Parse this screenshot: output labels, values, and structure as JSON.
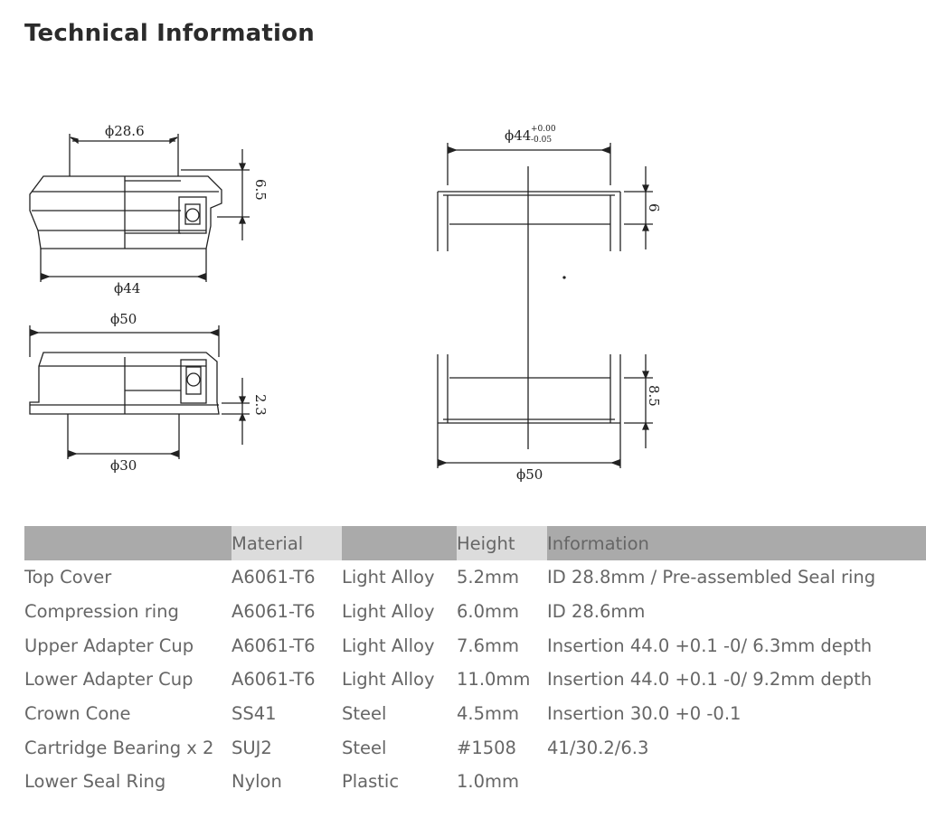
{
  "section": {
    "title": "Technical Information"
  },
  "drawing_left": {
    "top_width": "ϕ28.6",
    "top_height": "6.5",
    "top_base": "ϕ44",
    "bottom_width": "ϕ50",
    "bottom_height": "2.3",
    "bottom_base": "ϕ30"
  },
  "drawing_right": {
    "top_width": "ϕ44",
    "top_tol_plus": "+0.00",
    "top_tol_minus": "-0.05",
    "top_height": "6",
    "bottom_height": "8.5",
    "bottom_width": "ϕ50"
  },
  "table": {
    "headers": [
      "",
      "Material",
      "",
      "Height",
      "Information"
    ],
    "rows": [
      [
        "Top Cover",
        "A6061-T6",
        "Light Alloy",
        "5.2mm",
        "ID 28.8mm / Pre-assembled Seal ring"
      ],
      [
        "Compression ring",
        "A6061-T6",
        "Light Alloy",
        "6.0mm",
        "ID 28.6mm"
      ],
      [
        "Upper Adapter Cup",
        "A6061-T6",
        "Light Alloy",
        "7.6mm",
        "Insertion 44.0 +0.1 -0/ 6.3mm depth"
      ],
      [
        "Lower Adapter Cup",
        "A6061-T6",
        "Light Alloy",
        "11.0mm",
        "Insertion 44.0 +0.1 -0/ 9.2mm depth"
      ],
      [
        "Crown Cone",
        "SS41",
        "Steel",
        "4.5mm",
        "Insertion 30.0 +0 -0.1"
      ],
      [
        "Cartridge Bearing x 2",
        "SUJ2",
        "Steel",
        "#1508",
        "41/30.2/6.3"
      ],
      [
        "Lower Seal Ring",
        "Nylon",
        "Plastic",
        "1.0mm",
        ""
      ]
    ]
  }
}
